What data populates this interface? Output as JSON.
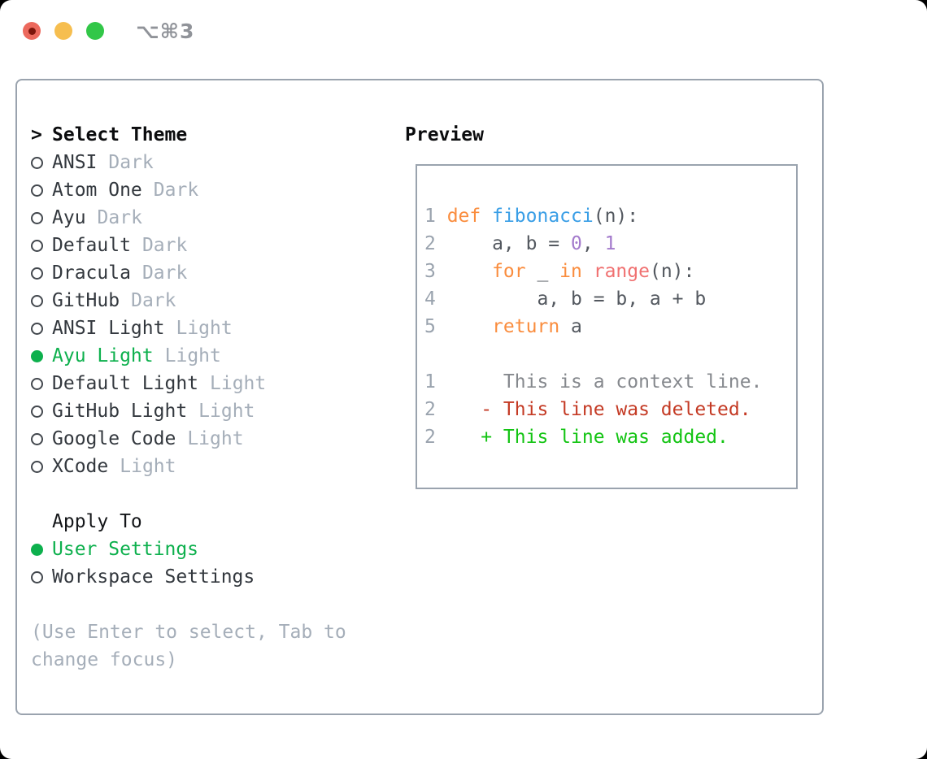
{
  "titlebar": {
    "shortcut": "⌥⌘3"
  },
  "colors": {
    "accent_green": "#0db04d",
    "panel_border": "#9aa3ae",
    "traffic_red": "#ec695d",
    "traffic_yellow": "#f6be4f",
    "traffic_green": "#32c748",
    "syntax_keyword": "#fa8d3e",
    "syntax_function": "#399ee6",
    "syntax_number": "#a37acc",
    "syntax_call": "#f07171",
    "syntax_foreground": "#53585f",
    "gutter": "#9aa3ae",
    "diff_context": "#85888d",
    "diff_deleted": "#c43a24",
    "diff_added": "#13c413",
    "tag_gray": "#a5aeb9"
  },
  "theme_selector": {
    "header_prefix": ">",
    "header": "Select Theme",
    "options": [
      {
        "name": "ANSI",
        "tag": "Dark",
        "selected": false
      },
      {
        "name": "Atom One",
        "tag": "Dark",
        "selected": false
      },
      {
        "name": "Ayu",
        "tag": "Dark",
        "selected": false
      },
      {
        "name": "Default",
        "tag": "Dark",
        "selected": false
      },
      {
        "name": "Dracula",
        "tag": "Dark",
        "selected": false
      },
      {
        "name": "GitHub",
        "tag": "Dark",
        "selected": false
      },
      {
        "name": "ANSI Light",
        "tag": "Light",
        "selected": false
      },
      {
        "name": "Ayu Light",
        "tag": "Light",
        "selected": true
      },
      {
        "name": "Default Light",
        "tag": "Light",
        "selected": false
      },
      {
        "name": "GitHub Light",
        "tag": "Light",
        "selected": false
      },
      {
        "name": "Google Code",
        "tag": "Light",
        "selected": false
      },
      {
        "name": "XCode",
        "tag": "Light",
        "selected": false
      }
    ]
  },
  "apply_to": {
    "header": "Apply To",
    "options": [
      {
        "name": "User Settings",
        "selected": true
      },
      {
        "name": "Workspace Settings",
        "selected": false
      }
    ]
  },
  "hint": {
    "line1": "(Use Enter to select, Tab to",
    "line2": "change focus)"
  },
  "preview": {
    "title": "Preview",
    "code_lines": [
      {
        "num": "1",
        "tokens": [
          [
            "def",
            "kw"
          ],
          [
            " ",
            "fg"
          ],
          [
            "fibonacci",
            "fn"
          ],
          [
            "(n):",
            "fg"
          ]
        ]
      },
      {
        "num": "2",
        "tokens": [
          [
            "    a, b = ",
            "fg"
          ],
          [
            "0",
            "num"
          ],
          [
            ", ",
            "fg"
          ],
          [
            "1",
            "num"
          ]
        ]
      },
      {
        "num": "3",
        "tokens": [
          [
            "    ",
            "fg"
          ],
          [
            "for",
            "kw"
          ],
          [
            " _ ",
            "fg"
          ],
          [
            "in",
            "kw"
          ],
          [
            " ",
            "fg"
          ],
          [
            "range",
            "call"
          ],
          [
            "(n):",
            "fg"
          ]
        ]
      },
      {
        "num": "4",
        "tokens": [
          [
            "        a, b = b, a + b",
            "fg"
          ]
        ]
      },
      {
        "num": "5",
        "tokens": [
          [
            "    ",
            "fg"
          ],
          [
            "return",
            "kw"
          ],
          [
            " a",
            "fg"
          ]
        ]
      },
      {
        "num": "",
        "tokens": []
      },
      {
        "num": "1",
        "tokens": [
          [
            "     This is a context line.",
            "ctx"
          ]
        ]
      },
      {
        "num": "2",
        "tokens": [
          [
            "   - This line was deleted.",
            "del"
          ]
        ]
      },
      {
        "num": "2",
        "tokens": [
          [
            "   + This line was added.",
            "add"
          ]
        ]
      }
    ]
  }
}
